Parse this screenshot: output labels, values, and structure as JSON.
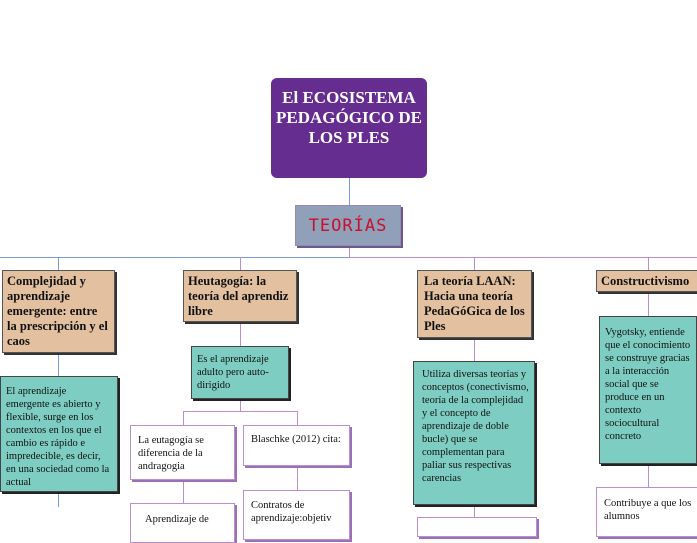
{
  "title": "El ECOSISTEMA PEDAGÓGICO DE  LOS PLES",
  "subtitle": "TEORÍAS",
  "branches": [
    {
      "heading": "Complejidad y aprendizaje emergente: entre la prescripción y el caos",
      "detail": "El aprendizaje emergente es abierto y flexible, surge en los contextos en los que el cambio es rápido e impredecible, es decir, en una sociedad como la actual"
    },
    {
      "heading": "Heutagogía: la teoría del aprendiz libre",
      "detail": "Es el aprendizaje adulto pero auto-dirigido",
      "sub": [
        "La eutagogía se diferencia de la andragogia",
        "Blaschke (2012) cita:",
        "Aprendizaje de",
        "Contratos de aprendizaje:objetiv"
      ]
    },
    {
      "heading": "La teoría LAAN: Hacia una teoría PedaGóGica de los Ples",
      "detail": "Utiliza diversas teorías y conceptos (conectivismo, teoría de la complejidad y el concepto de aprendizaje de doble bucle) que se complementan para paliar sus respectivas carencias"
    },
    {
      "heading": "Constructivismo",
      "detail": "Vygotsky, entiende que el conocimiento se construye gracias a la interacción social que se produce en un contexto sociocultural concreto",
      "sub": [
        "Contribuye a que los alumnos"
      ]
    }
  ]
}
